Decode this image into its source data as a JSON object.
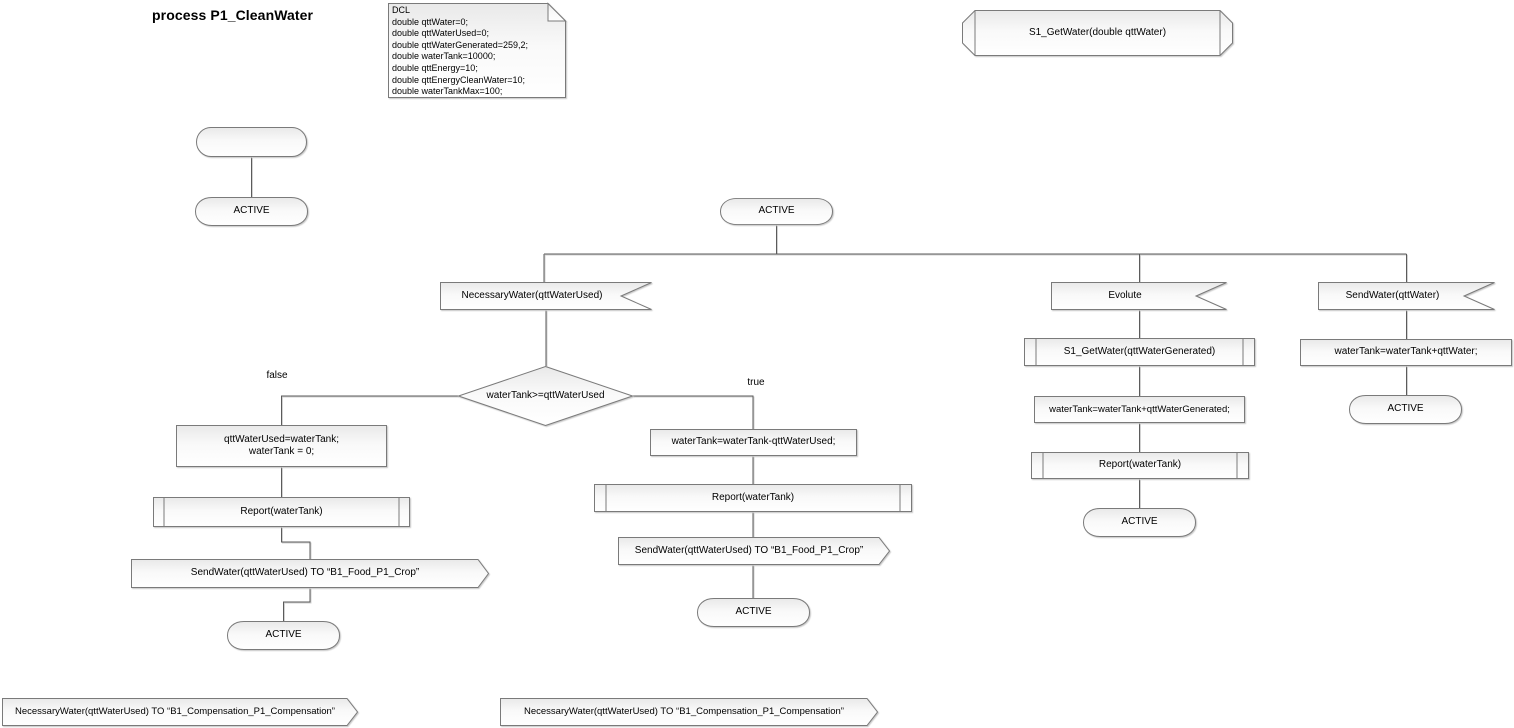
{
  "title": "process P1_CleanWater",
  "palette": {
    "shape_stroke": "#7a7a7a",
    "connector": "#5b5b5b",
    "shape_fill_top": "#e9e9e9",
    "shape_fill_bottom": "#ffffff",
    "shadow": "#c6c6c6",
    "text": "#000000"
  },
  "declaration_note": "DCL\ndouble qttWater=0;\ndouble qttWaterUsed=0;\ndouble qttWaterGenerated=259,2;\ndouble waterTank=10000;\ndouble qttEnergy=10;\ndouble qttEnergyCleanWater=10;\ndouble waterTankMax=100;",
  "procedure_declaration": "S1_GetWater(double qttWater)",
  "labels": {
    "active": "ACTIVE"
  },
  "decision": {
    "condition": "waterTank>=qttWaterUsed",
    "false_label": "false",
    "true_label": "true"
  },
  "signals": {
    "necessary_water": "NecessaryWater(qttWaterUsed)",
    "evolute": "Evolute",
    "send_water": "SendWater(qttWater)"
  },
  "false_branch": {
    "assign": "qttWaterUsed=waterTank;\nwaterTank = 0;",
    "report": "Report(waterTank)",
    "send": "SendWater(qttWaterUsed) TO “B1_Food_P1_Crop”"
  },
  "true_branch": {
    "assign": "waterTank=waterTank-qttWaterUsed;",
    "report": "Report(waterTank)",
    "send": "SendWater(qttWaterUsed) TO “B1_Food_P1_Crop”"
  },
  "evolute_branch": {
    "call": "S1_GetWater(qttWaterGenerated)",
    "assign": "waterTank=waterTank+qttWaterGenerated;",
    "report": "Report(waterTank)"
  },
  "send_water_branch": {
    "assign": "waterTank=waterTank+qttWater;"
  },
  "outputs": {
    "left": "NecessaryWater(qttWaterUsed) TO “B1_Compensation_P1_Compensation”",
    "middle": "NecessaryWater(qttWaterUsed) TO “B1_Compensation_P1_Compensation”"
  }
}
